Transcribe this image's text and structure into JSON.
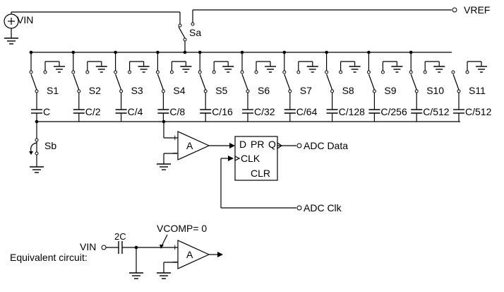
{
  "labels": {
    "vin": "VIN",
    "vref": "VREF",
    "sa": "Sa",
    "sb": "Sb",
    "comp": "A",
    "plus": "+",
    "minus": "−",
    "ff_d": "D",
    "ff_pr": "PR",
    "ff_q": "Q",
    "ff_clk": "CLK",
    "ff_clr": "CLR",
    "adc_data": "ADC Data",
    "adc_clk": "ADC Clk",
    "vcomp": "VCOMP= 0",
    "vin2": "VIN",
    "cap2c": "2C",
    "equiv": "Equivalent circuit:"
  },
  "switches": [
    "S1",
    "S2",
    "S3",
    "S4",
    "S5",
    "S6",
    "S7",
    "S8",
    "S9",
    "S10",
    "S11"
  ],
  "caps": [
    "C",
    "C/2",
    "C/4",
    "C/8",
    "C/16",
    "C/32",
    "C/64",
    "C/128",
    "C/256",
    "C/512",
    "C/512"
  ]
}
